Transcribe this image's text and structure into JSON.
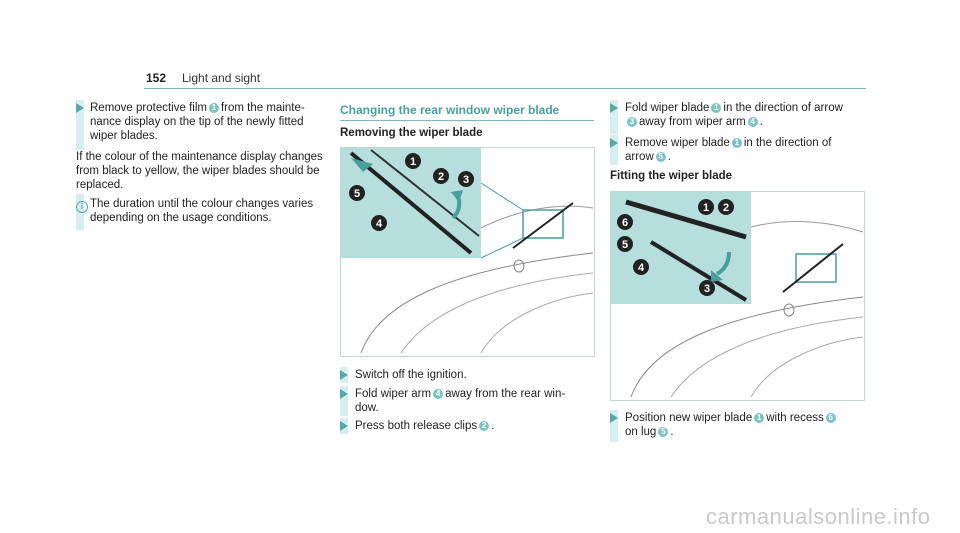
{
  "header": {
    "page_number": "152",
    "section": "Light and sight"
  },
  "col1": {
    "step1": [
      "Remove protective film",
      "from the mainte-",
      "nance display on the tip of the newly fitted",
      "wiper blades."
    ],
    "step1_num": "1",
    "para": [
      "If the colour of the maintenance display changes",
      "from black to yellow, the wiper blades should be",
      "replaced."
    ],
    "note": [
      "The duration until the colour changes varies",
      "depending on the usage conditions."
    ],
    "note_icon": "i"
  },
  "col2": {
    "heading": "Changing the rear window wiper blade",
    "subheading": "Removing the wiper blade",
    "fig_labels": [
      "1",
      "2",
      "3",
      "4",
      "5"
    ],
    "s1": "Switch off the ignition.",
    "s2a": "Fold wiper arm",
    "s2_num": "4",
    "s2b": "away from the rear win-",
    "s2c": "dow.",
    "s3a": "Press both release clips",
    "s3_num": "2",
    "s3b": "."
  },
  "col3": {
    "s1a": "Fold wiper blade",
    "s1_num1": "1",
    "s1b": "in the direction of arrow",
    "s1_num2": "3",
    "s1c": "away from wiper arm",
    "s1_num3": "4",
    "s1d": ".",
    "s2a": "Remove wiper blade",
    "s2_num1": "1",
    "s2b": "in the direction of",
    "s2c": "arrow",
    "s2_num2": "5",
    "s2d": ".",
    "subheading": "Fitting the wiper blade",
    "fig_labels": [
      "1",
      "2",
      "6",
      "5",
      "4",
      "3"
    ],
    "s3a": "Position new wiper blade",
    "s3_num1": "1",
    "s3b": "with recess",
    "s3_num2": "6",
    "s3c": "on lug",
    "s3_num3": "5",
    "s3d": "."
  },
  "watermark": "carmanualsonline.info",
  "colors": {
    "accent": "#4a9e9b",
    "badge": "#7cc3c2",
    "tint": "#d6eeed"
  }
}
